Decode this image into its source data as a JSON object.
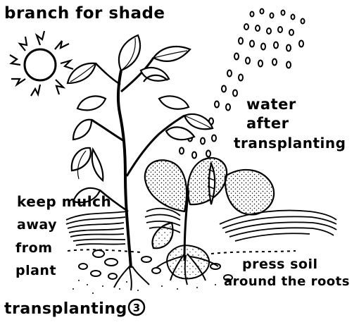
{
  "labels": {
    "branch_for_shade": "branch for shade",
    "water": "water",
    "after": "after",
    "transplanting_water": "transplanting",
    "keep_mulch": "keep mulch",
    "away": "away",
    "from": "from",
    "plant": "plant",
    "press_soil": "press soil",
    "around_roots": "around the roots",
    "caption": "transplanting",
    "caption_number": "3"
  },
  "icons": {
    "sun": "sun-icon",
    "branch": "shade-branch-icon",
    "seedling": "seedling-icon",
    "water_drops": "water-drops-icon",
    "mulch": "mulch-icon",
    "soil": "soil-mound-icon"
  },
  "colors": {
    "ink": "#000000",
    "paper": "#ffffff"
  }
}
